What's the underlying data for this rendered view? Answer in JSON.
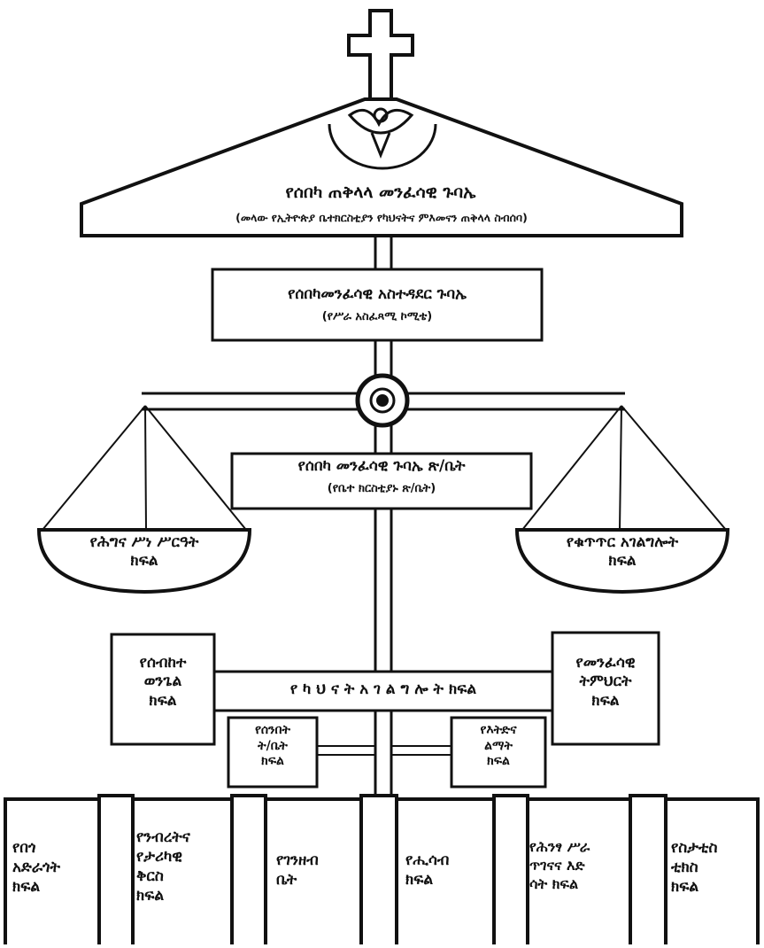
{
  "council": {
    "title": "የሰበካ ጠቅላላ መንፈሳዊ ጉባኤ",
    "subtitle": "(መላው የኢትዮጵያ ቤተክርስቲያን የካህናትና ምእመናን ጠቅላላ ስብሰባ)"
  },
  "admin_council": {
    "title": "የሰበካመንፈሳዊ አስተዳደር ጉባኤ",
    "subtitle": "(የሥራ አስፈጻሚ ኮሚቴ)"
  },
  "court": {
    "title": "የሰበካ መንፈሳዊ ጉባኤ ጽ/ቤት",
    "subtitle": "(የቤተ ክርስቲያኑ ጽ/ቤት)"
  },
  "scale_left": {
    "label": "የሕግና ሥነ ሥርዓት\nክፍል"
  },
  "scale_right": {
    "label": "የቁጥጥር አገልግሎት\nክፍል"
  },
  "clergy_service": {
    "label": "የ ካ ህ ና ት  አ ገ ል ግ ሎ ት  ክፍል"
  },
  "preaching": {
    "label": "የሰብከተ\nወንጌል\nክፍል"
  },
  "spiritual_education": {
    "label": "የመንፈሳዊ\nትምህርት\nክፍል"
  },
  "office": {
    "label": "የሰንበት\nት/ቤት\nክፍል"
  },
  "mission": {
    "label": "የእትድና\nልማት\nክፍል"
  },
  "departments": [
    {
      "label": "የበጎ\nአድራጎት\nክፍል"
    },
    {
      "label": "የንብረትና\nየታሪካዊ\nቅርስ\nክፍል"
    },
    {
      "label": "የገንዘብ\nቤት"
    },
    {
      "label": "የሒሳብ\nክፍል"
    },
    {
      "label": "የሕንፃ ሥራ\nጥገናና እድ\nሳት ክፍል"
    },
    {
      "label": "የስታቲስ\nቲክስ\nክፍል"
    }
  ]
}
